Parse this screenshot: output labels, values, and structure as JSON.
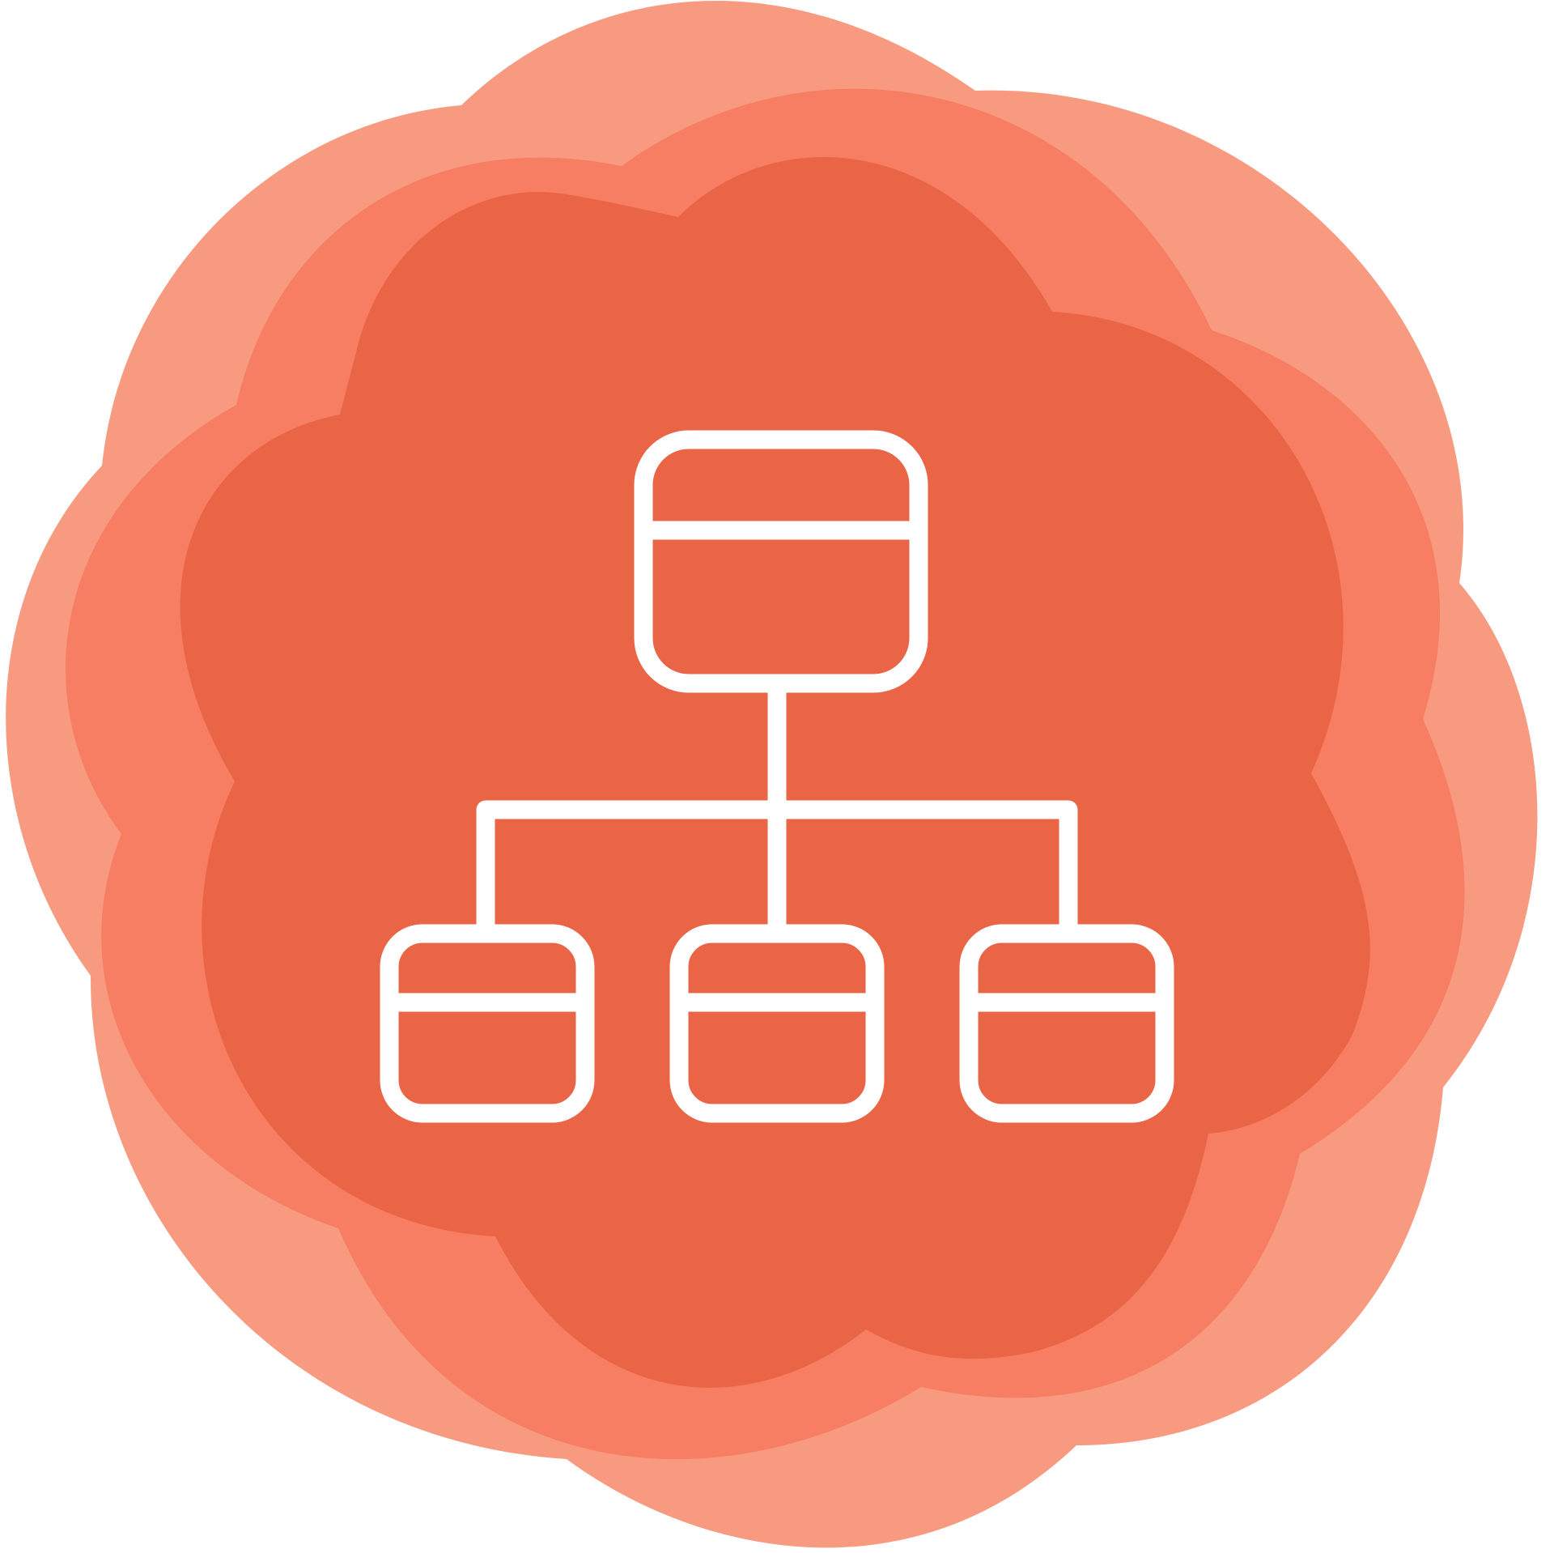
{
  "icon": {
    "name": "hierarchy-structure-icon",
    "colors": {
      "outer_blob": "#F89A80",
      "middle_blob": "#F77E62",
      "inner_blob": "#EA6546",
      "line": "#FFFFFF"
    },
    "nodes": {
      "root": "root-node",
      "children": [
        "child-node-left",
        "child-node-center",
        "child-node-right"
      ]
    }
  }
}
